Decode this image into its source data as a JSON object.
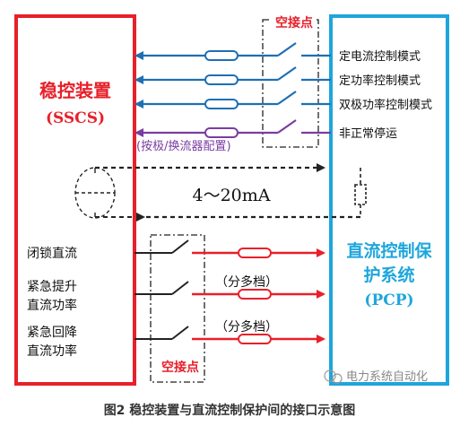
{
  "left_box": {
    "title_line1": "稳控装置",
    "title_line2": "(SSCS)"
  },
  "right_box": {
    "title_line1": "直流控制保",
    "title_line2": "护系统",
    "title_line3": "(PCP)"
  },
  "top_contacts_label": "空接点",
  "bottom_contacts_label": "空接点",
  "mode_signals": [
    "定电流控制模式",
    "定功率控制模式",
    "双极功率控制模式",
    "非正常停运"
  ],
  "config_label": "(按极/换流器配置)",
  "analog_label": "4～20mA",
  "command_signals": {
    "lock": "闭锁直流",
    "raise_line1": "紧急提升",
    "raise_line2": "直流功率",
    "lower_line1": "紧急回降",
    "lower_line2": "直流功率"
  },
  "multi_level_1": "（分多档）",
  "multi_level_2": "（分多档）",
  "watermark": "电力系统自动化",
  "caption": "图2 稳控装置与直流控制保护间的接口示意图",
  "colors": {
    "sscs_red": "#e8202a",
    "pcp_blue": "#1ea6dc",
    "mode_arrow_blue": "#1f6fb3",
    "purple": "#7a3da0",
    "command_red": "#e8202a",
    "black": "#222222"
  }
}
